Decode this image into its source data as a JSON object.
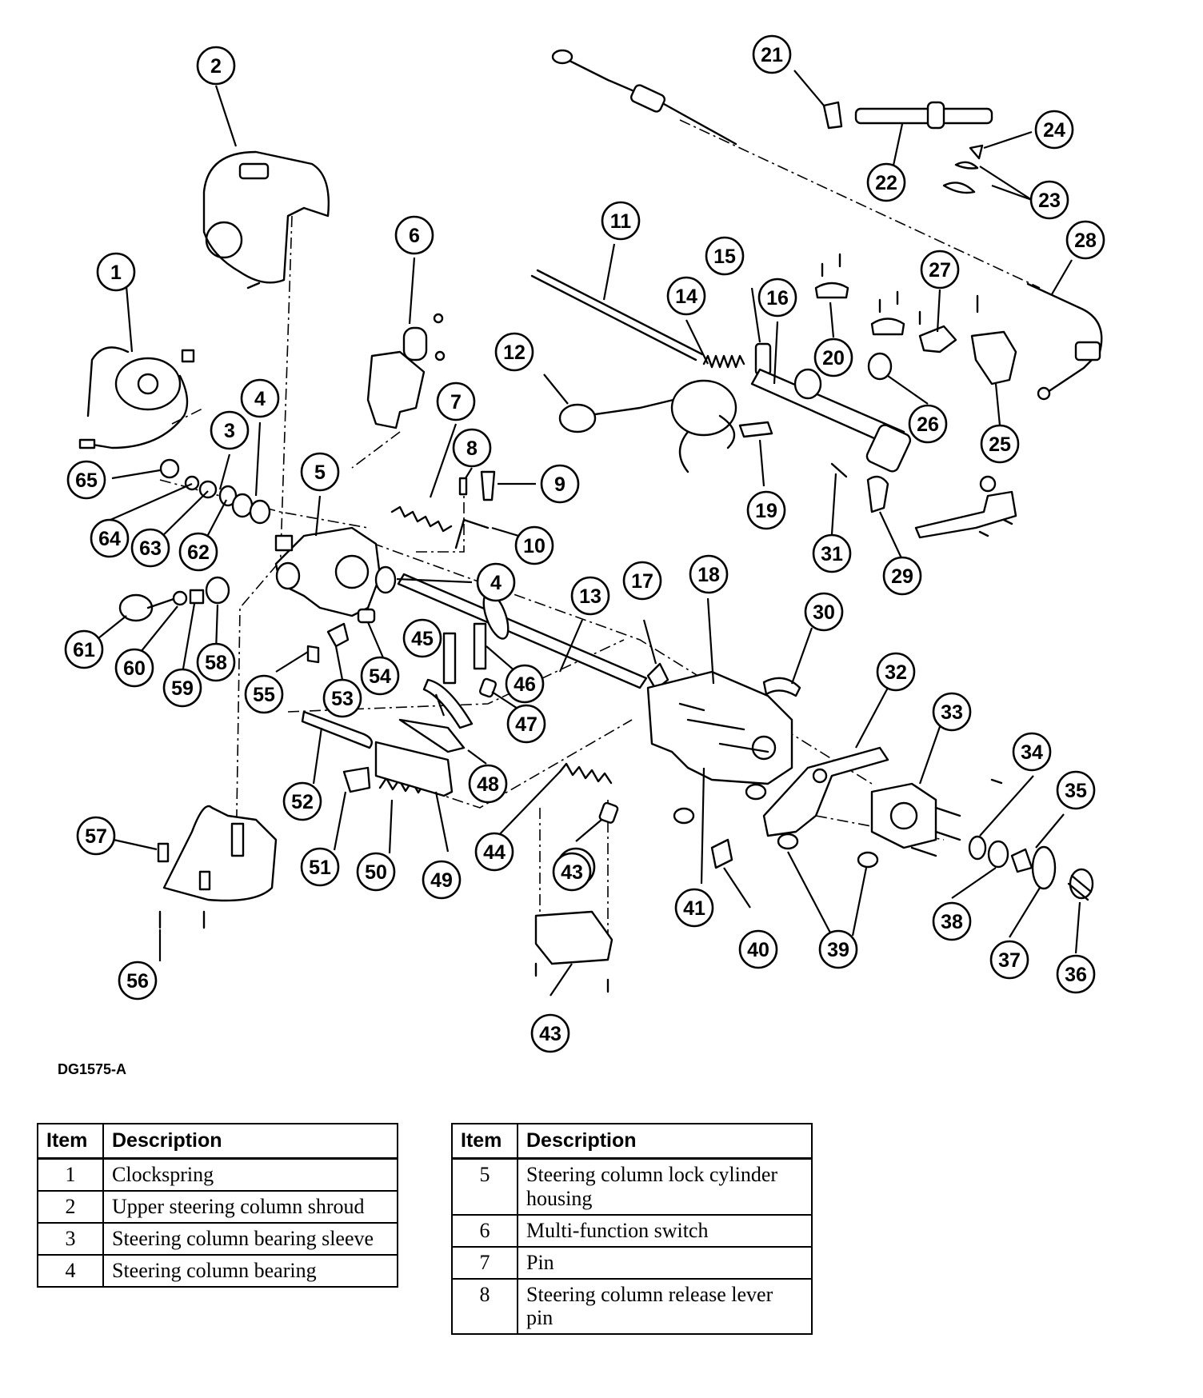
{
  "figure_code": "DG1575-A",
  "legend_headers": {
    "item": "Item",
    "description": "Description"
  },
  "legend_left": [
    {
      "item": "1",
      "description": "Clockspring"
    },
    {
      "item": "2",
      "description": "Upper steering column shroud"
    },
    {
      "item": "3",
      "description": "Steering column bearing sleeve"
    },
    {
      "item": "4",
      "description": "Steering column bearing"
    }
  ],
  "legend_right": [
    {
      "item": "5",
      "description": "Steering column lock cylinder housing"
    },
    {
      "item": "6",
      "description": "Multi-function switch"
    },
    {
      "item": "7",
      "description": "Pin"
    },
    {
      "item": "8",
      "description": "Steering column release lever pin"
    }
  ],
  "callouts": [
    "1",
    "2",
    "3",
    "4",
    "4",
    "5",
    "6",
    "7",
    "8",
    "9",
    "10",
    "11",
    "12",
    "13",
    "14",
    "15",
    "16",
    "17",
    "18",
    "19",
    "20",
    "21",
    "22",
    "23",
    "24",
    "25",
    "26",
    "27",
    "28",
    "29",
    "30",
    "31",
    "32",
    "33",
    "34",
    "35",
    "36",
    "37",
    "38",
    "39",
    "40",
    "41",
    "42",
    "43",
    "43",
    "44",
    "45",
    "46",
    "47",
    "48",
    "49",
    "50",
    "51",
    "52",
    "53",
    "54",
    "55",
    "56",
    "57",
    "58",
    "59",
    "60",
    "61",
    "62",
    "63",
    "64",
    "65"
  ]
}
